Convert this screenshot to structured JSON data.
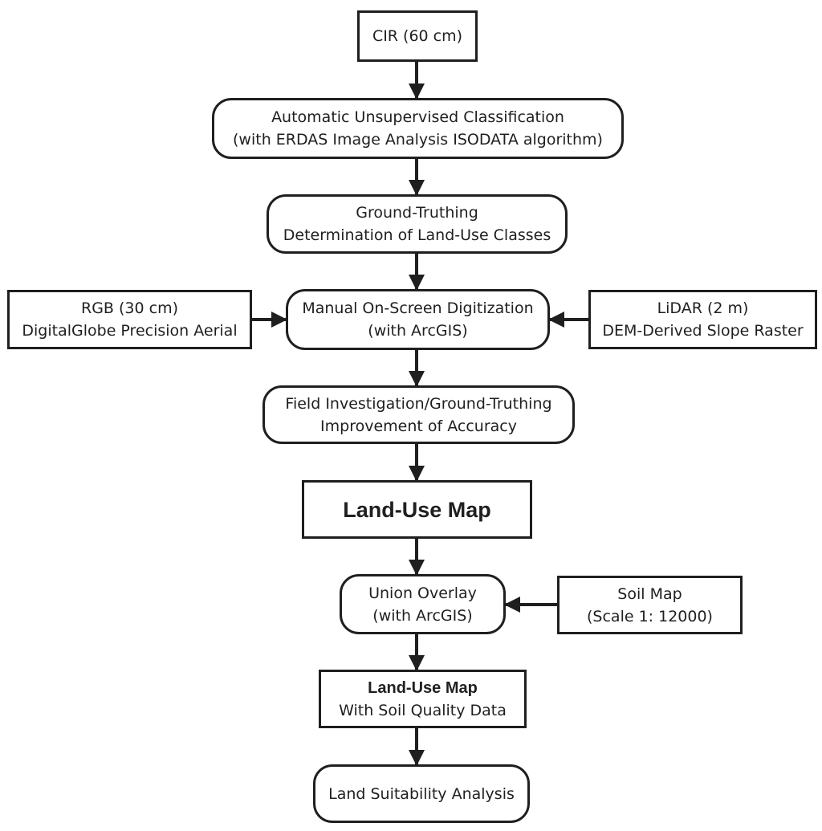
{
  "nodes": {
    "cir": {
      "text": "CIR (60 cm)"
    },
    "unsupervised": {
      "line1": "Automatic Unsupervised Classification",
      "line2": "(with ERDAS Image Analysis ISODATA algorithm)"
    },
    "ground_truthing": {
      "line1": "Ground-Truthing",
      "line2": "Determination of Land-Use Classes"
    },
    "rgb": {
      "line1": "RGB (30 cm)",
      "line2": "DigitalGlobe Precision Aerial"
    },
    "digitization": {
      "line1": "Manual On-Screen Digitization",
      "line2": "(with ArcGIS)"
    },
    "lidar": {
      "line1": "LiDAR (2 m)",
      "line2": "DEM-Derived Slope Raster"
    },
    "field": {
      "line1": "Field Investigation/Ground-Truthing",
      "line2": "Improvement of Accuracy"
    },
    "landuse_map": {
      "text": "Land-Use Map"
    },
    "union": {
      "line1": "Union Overlay",
      "line2": "(with ArcGIS)"
    },
    "soil_map": {
      "line1": "Soil Map",
      "line2": "(Scale 1: 12000)"
    },
    "landuse_soil": {
      "line1": "Land-Use Map",
      "line2": "With Soil Quality Data"
    },
    "suitability": {
      "text": "Land Suitability Analysis"
    }
  },
  "colors": {
    "stroke": "#1f1f1f",
    "background": "#ffffff"
  }
}
